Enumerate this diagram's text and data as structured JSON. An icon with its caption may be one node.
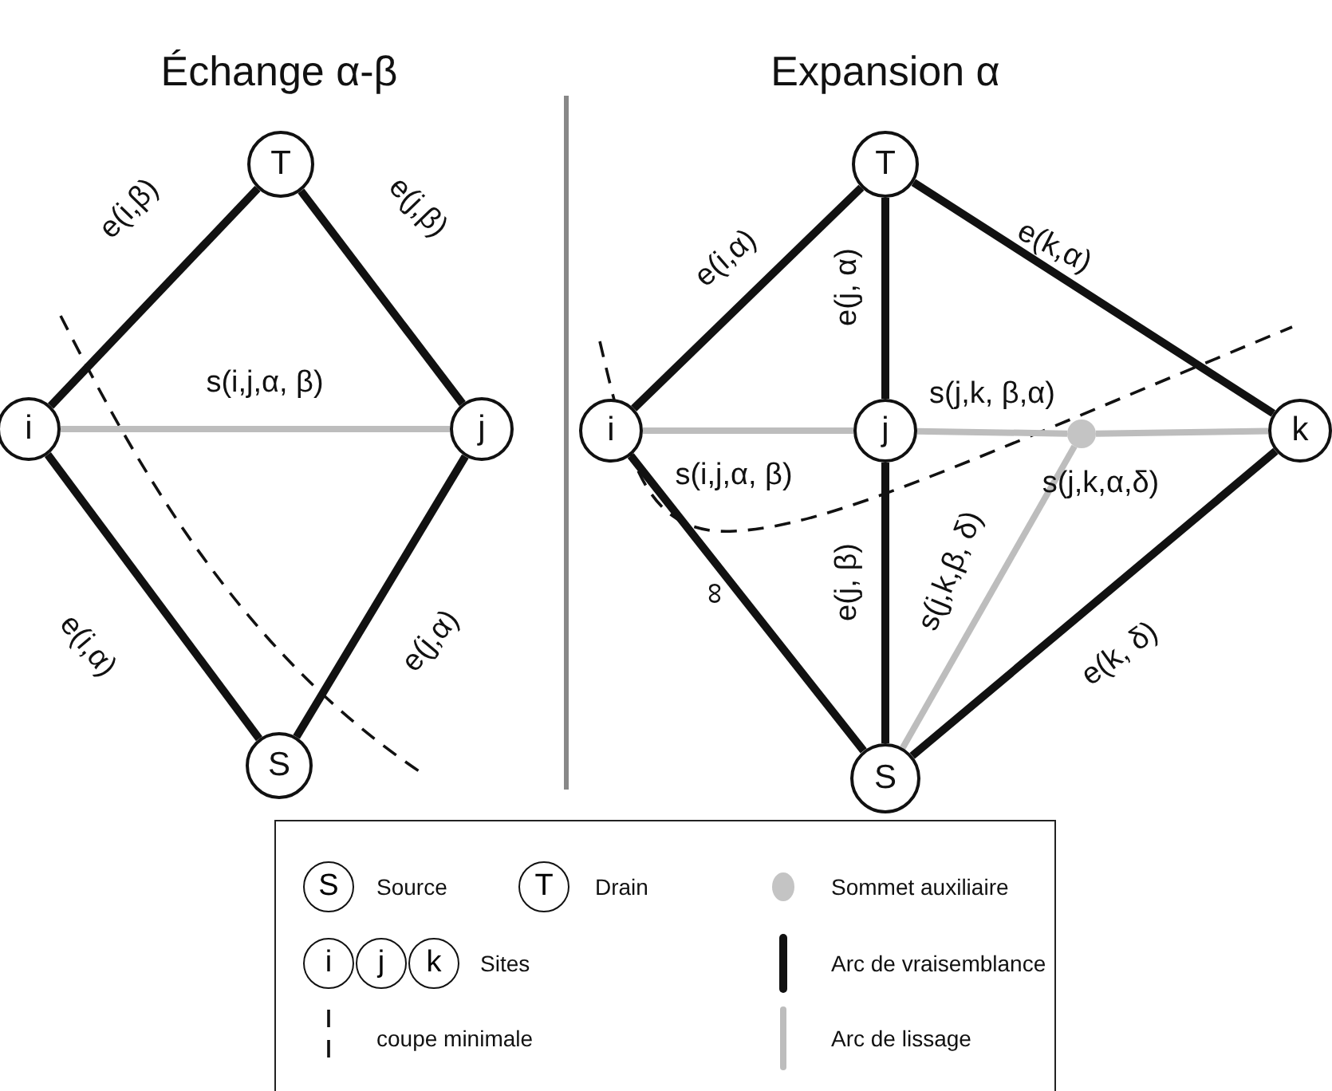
{
  "diagram": {
    "nodes": [
      {
        "text": [
          "T"
        ]
      },
      {
        "text": [
          "i"
        ]
      },
      {
        "text": [
          "j"
        ]
      },
      {
        "text": [
          "S"
        ]
      },
      {
        "text": [
          "T"
        ]
      },
      {
        "text": [
          "i"
        ]
      },
      {
        "text": [
          "j"
        ]
      },
      {
        "text": [
          "k"
        ]
      },
      {
        "text": [
          "S"
        ]
      },
      {
        "text": [],
        "shape": "circle"
      }
    ],
    "edges": [
      {
        "from": 1,
        "to": 0,
        "arrow": "none",
        "label": "e(i,β)"
      },
      {
        "from": 0,
        "to": 2,
        "arrow": "none",
        "label": "e(j,β)"
      },
      {
        "from": 1,
        "to": 2,
        "arrow": "none",
        "label": "s(i,j,α, β)",
        "color": "#bdbdbd"
      },
      {
        "from": 1,
        "to": 3,
        "arrow": "none",
        "label": "e(i,α)"
      },
      {
        "from": 2,
        "to": 3,
        "arrow": "none",
        "label": "e(j,α)"
      },
      {
        "from": 5,
        "to": 4,
        "arrow": "none",
        "label": "e(i,α)"
      },
      {
        "from": 4,
        "to": 6,
        "arrow": "none",
        "label": "e(j, α)"
      },
      {
        "from": 4,
        "to": 7,
        "arrow": "none",
        "label": "e(k,α)"
      },
      {
        "from": 5,
        "to": 6,
        "arrow": "none",
        "label": "s(i,j,α, β)",
        "color": "#bdbdbd"
      },
      {
        "from": 6,
        "to": 9,
        "arrow": "none",
        "label": "s(j,k, β,α)",
        "color": "#bdbdbd"
      },
      {
        "from": 9,
        "to": 7,
        "arrow": "none",
        "label": "s(j,k,α,δ)",
        "color": "#bdbdbd"
      },
      {
        "from": 5,
        "to": 8,
        "arrow": "none",
        "label": "∞"
      },
      {
        "from": 6,
        "to": 8,
        "arrow": "none",
        "label": "e(j, β)"
      },
      {
        "from": 9,
        "to": 8,
        "arrow": "none",
        "label": "s(j,k,β, δ)",
        "color": "#bdbdbd"
      },
      {
        "from": 8,
        "to": 7,
        "arrow": "none",
        "label": "e(k, δ)"
      }
    ],
    "labels": [
      "Échange α-β",
      "Expansion α",
      "S",
      "T",
      "i",
      "j",
      "k"
    ],
    "legend": [
      {
        "text": "Source"
      },
      {
        "text": "Drain"
      },
      {
        "text": "Sommet auxiliaire"
      },
      {
        "text": "Sites"
      },
      {
        "text": "Arc de vraisemblance"
      },
      {
        "text": "coupe minimale"
      },
      {
        "text": "Arc de lissage"
      }
    ]
  }
}
